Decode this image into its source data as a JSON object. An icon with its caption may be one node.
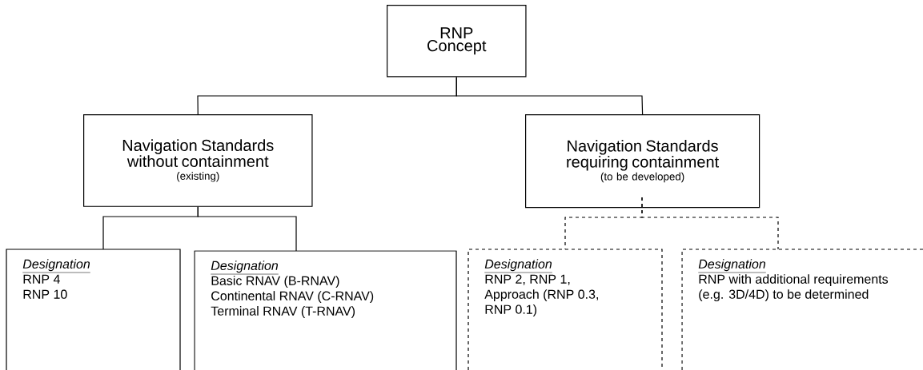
{
  "diagram": {
    "nodes": [
      {
        "text": [
          "RNP Concept"
        ]
      },
      {
        "text": [
          "Navigation Standards without containment",
          "(existing)"
        ]
      },
      {
        "text": [
          "Navigation Standards requiring containment",
          "(to be developed)"
        ]
      },
      {
        "text": [
          "Designation",
          "RNP 4",
          "RNP 10"
        ]
      },
      {
        "text": [
          "Designation",
          "Basic RNAV (B-RNAV)",
          "Continental RNAV (C-RNAV)",
          "Terminal RNAV (T-RNAV)"
        ]
      },
      {
        "text": [
          "Designation",
          "RNP 2, RNP 1, Approach (RNP 0.3, RNP 0.1)"
        ]
      },
      {
        "text": [
          "Designation",
          "RNP with additional requirements (e.g. 3D/4D) to be determined"
        ]
      }
    ],
    "edges": [
      {
        "from": 0,
        "to": 1,
        "arrow": "none"
      },
      {
        "from": 0,
        "to": 2,
        "arrow": "none"
      },
      {
        "from": 1,
        "to": 3,
        "arrow": "none"
      },
      {
        "from": 1,
        "to": 4,
        "arrow": "none"
      },
      {
        "from": 2,
        "to": 5,
        "arrow": "none",
        "style": "dashed"
      },
      {
        "from": 2,
        "to": 6,
        "arrow": "none",
        "style": "dashed"
      }
    ]
  }
}
